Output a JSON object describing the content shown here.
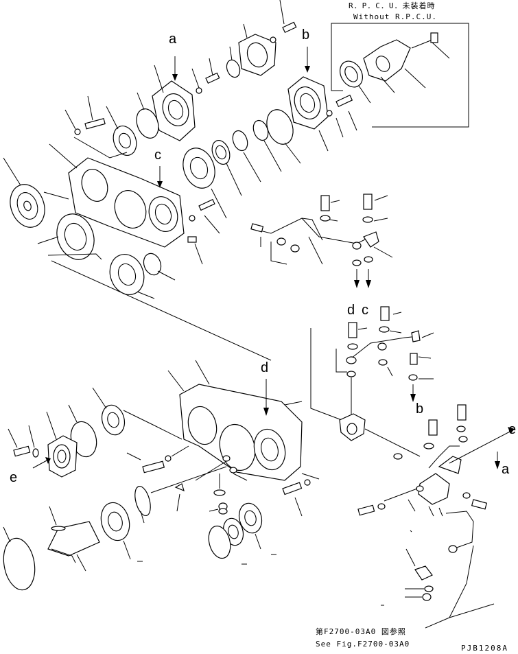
{
  "inset": {
    "line1": "R．P．C．U．未装着時",
    "line2": "Without R.P.C.U."
  },
  "labels": {
    "a_top": "a",
    "b_top": "b",
    "c_mid": "c",
    "d_pipe": "d",
    "c_pipe": "c",
    "b_lower": "b",
    "d_lower": "d",
    "e_left": "e",
    "e_right": "e",
    "a_right": "a"
  },
  "reference": {
    "jp": "第F2700-03A0 図参照",
    "en": "See Fig.F2700-03A0"
  },
  "drawing_code": "PJB1208A"
}
